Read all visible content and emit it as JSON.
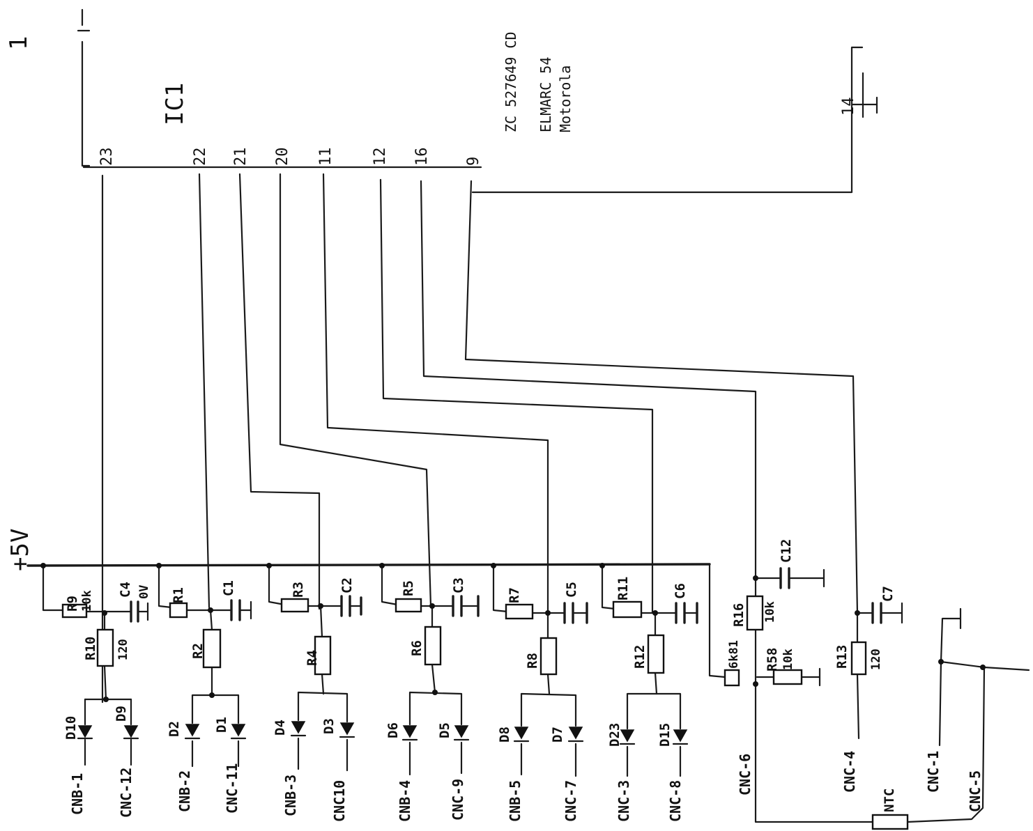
{
  "sheet": {
    "page_number": "1"
  },
  "ic": {
    "ref": "IC1",
    "part_number": "ZC 527649 CD",
    "part_name": "ELMARC 54",
    "manufacturer": "Motorola",
    "pins": [
      "23",
      "22",
      "21",
      "20",
      "11",
      "12",
      "16",
      "9",
      "14"
    ]
  },
  "supply": {
    "label": "+5V"
  },
  "resistors": [
    {
      "ref": "R9",
      "value": "10k"
    },
    {
      "ref": "R10",
      "value": "120"
    },
    {
      "ref": "R1",
      "value": ""
    },
    {
      "ref": "R2",
      "value": ""
    },
    {
      "ref": "R3",
      "value": ""
    },
    {
      "ref": "R4",
      "value": ""
    },
    {
      "ref": "R5",
      "value": ""
    },
    {
      "ref": "R6",
      "value": ""
    },
    {
      "ref": "R7",
      "value": ""
    },
    {
      "ref": "R8",
      "value": ""
    },
    {
      "ref": "R11",
      "value": ""
    },
    {
      "ref": "R12",
      "value": ""
    },
    {
      "ref": "R16",
      "value": "10k"
    },
    {
      "ref": "R58",
      "value": "10k"
    },
    {
      "ref": "R13",
      "value": "120"
    },
    {
      "ref": "",
      "value": "6k81"
    }
  ],
  "capacitors": [
    {
      "ref": "C4",
      "value": "0V"
    },
    {
      "ref": "C1"
    },
    {
      "ref": "C2"
    },
    {
      "ref": "C3"
    },
    {
      "ref": "C5"
    },
    {
      "ref": "C6"
    },
    {
      "ref": "C12"
    },
    {
      "ref": "C7"
    }
  ],
  "diodes": [
    "D10",
    "D9",
    "D2",
    "D1",
    "D4",
    "D3",
    "D6",
    "D5",
    "D8",
    "D7",
    "D23",
    "D15"
  ],
  "connectors": [
    "CNB-1",
    "CNC-12",
    "CNB-2",
    "CNC-11",
    "CNB-3",
    "CNC10",
    "CNB-4",
    "CNC-9",
    "CNB-5",
    "CNC-7",
    "CNC-3",
    "CNC-8",
    "CNC-6",
    "CNC-4",
    "CNC-1",
    "CNC-5"
  ],
  "thermistor": {
    "label": "NTC"
  },
  "colors": {
    "ink": "#1a1a1a",
    "paper": "#ffffff"
  }
}
